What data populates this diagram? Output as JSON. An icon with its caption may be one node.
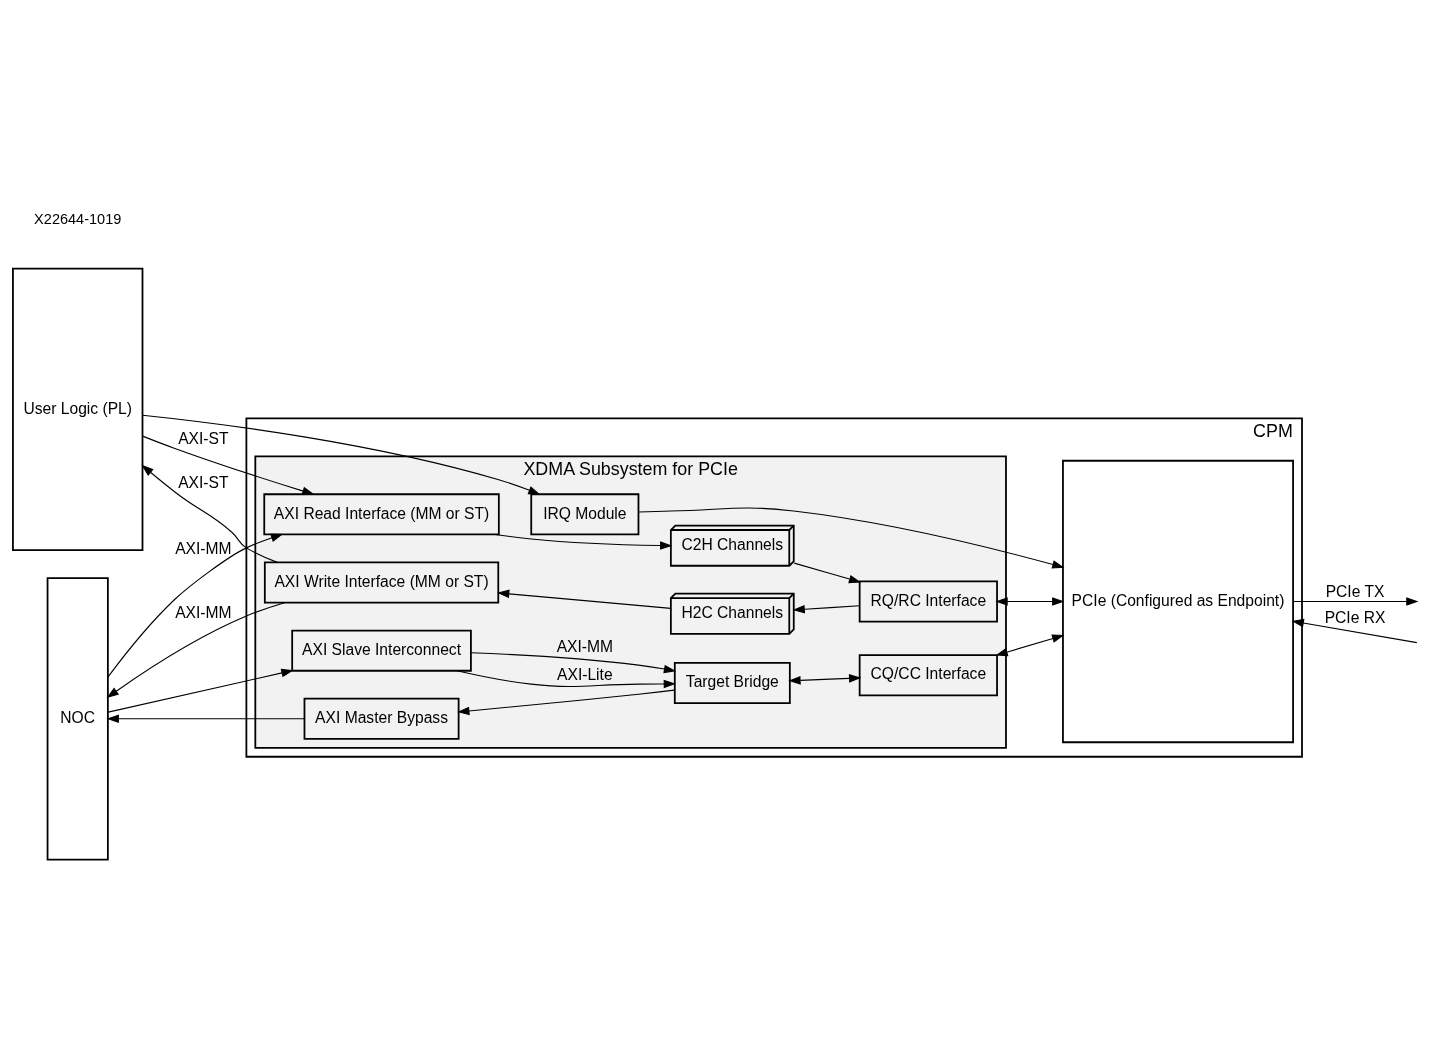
{
  "diagram": {
    "nodes": [
      {
        "text": [
          "User Logic (PL)"
        ]
      },
      {
        "text": [
          "NOC"
        ]
      },
      {
        "text": [
          "CPM"
        ]
      },
      {
        "text": [
          "XDMA Subsystem for PCIe"
        ],
        "in": 2
      },
      {
        "text": [
          "AXI Write Interface (MM or ST)"
        ],
        "in": 3
      },
      {
        "text": [
          "H2C Channels"
        ],
        "in": 3
      },
      {
        "text": [
          "RQ/RC Interface"
        ],
        "in": 3
      },
      {
        "text": [
          "AXI Read Interface (MM or ST)"
        ],
        "in": 3
      },
      {
        "text": [
          "C2H Channels"
        ],
        "in": 3
      },
      {
        "text": [
          "IRQ Module"
        ],
        "in": 3
      },
      {
        "text": [
          "AXI Slave Interconnect"
        ],
        "in": 3
      },
      {
        "text": [
          "AXI Master Bypass"
        ],
        "in": 3
      },
      {
        "text": [
          "Target Bridge"
        ],
        "in": 3
      },
      {
        "text": [
          "CQ/CC Interface"
        ],
        "in": 3
      },
      {
        "text": [
          "PCIe (Configured as Endpoint)"
        ],
        "in": 2
      }
    ],
    "edges": [
      {
        "from": 4,
        "to": 1,
        "arrow": "to",
        "label": "AXI-MM"
      },
      {
        "from": 4,
        "to": 0,
        "arrow": "to",
        "label": "AXI-ST"
      },
      {
        "from": 5,
        "to": 4,
        "arrow": "to"
      },
      {
        "from": 6,
        "to": 5,
        "arrow": "to"
      },
      {
        "from": 1,
        "to": 7,
        "arrow": "to",
        "label": "AXI-MM"
      },
      {
        "from": 0,
        "to": 7,
        "arrow": "to",
        "label": "AXI-ST"
      },
      {
        "from": 7,
        "to": 8,
        "arrow": "to"
      },
      {
        "from": 8,
        "to": 6,
        "arrow": "to"
      },
      {
        "from": 6,
        "to": 14,
        "arrow": "both"
      },
      {
        "from": 0,
        "to": 9,
        "arrow": "to"
      },
      {
        "from": 9,
        "to": 14,
        "arrow": "to"
      },
      {
        "from": null,
        "to": 14,
        "arrow": "to",
        "label": "PCIe RX"
      },
      {
        "from": 14,
        "to": null,
        "arrow": "to",
        "label": "PCIe TX"
      },
      {
        "from": 1,
        "to": 10,
        "arrow": "to"
      },
      {
        "from": 10,
        "to": 12,
        "arrow": "to",
        "label": "AXI-Lite"
      },
      {
        "from": 10,
        "to": 12,
        "arrow": "to",
        "label": "AXI-MM"
      },
      {
        "from": 12,
        "to": 11,
        "arrow": "to"
      },
      {
        "from": 11,
        "to": 1,
        "arrow": "to"
      },
      {
        "from": 12,
        "to": 13,
        "arrow": "both"
      },
      {
        "from": 13,
        "to": 14,
        "arrow": "both"
      }
    ],
    "labels": [
      "X22644-1019"
    ]
  }
}
